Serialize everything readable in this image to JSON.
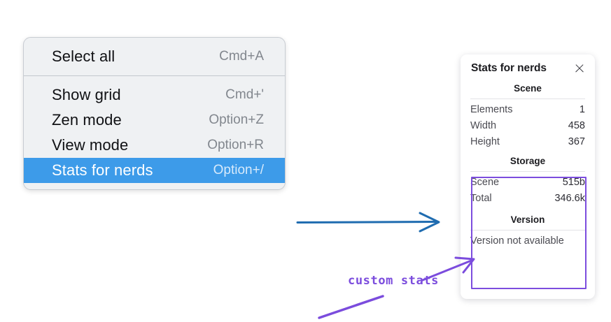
{
  "context_menu": {
    "name": "canvas-context-menu",
    "groups": [
      {
        "items": [
          {
            "label": "Select all",
            "shortcut": "Cmd+A",
            "highlighted": false
          }
        ]
      },
      {
        "items": [
          {
            "label": "Show grid",
            "shortcut": "Cmd+'",
            "highlighted": false
          },
          {
            "label": "Zen mode",
            "shortcut": "Option+Z",
            "highlighted": false
          },
          {
            "label": "View mode",
            "shortcut": "Option+R",
            "highlighted": false
          },
          {
            "label": "Stats for nerds",
            "shortcut": "Option+/",
            "highlighted": true
          }
        ]
      }
    ]
  },
  "stats_panel": {
    "title": "Stats for nerds",
    "close_icon": "close-icon",
    "sections": [
      {
        "heading": "Scene",
        "rows": [
          {
            "key": "Elements",
            "value": "1"
          },
          {
            "key": "Width",
            "value": "458"
          },
          {
            "key": "Height",
            "value": "367"
          }
        ]
      },
      {
        "heading": "Storage",
        "rows": [
          {
            "key": "Scene",
            "value": "515b"
          },
          {
            "key": "Total",
            "value": "346.6k"
          }
        ]
      },
      {
        "heading": "Version",
        "plain_rows": [
          "Version not available"
        ]
      }
    ]
  },
  "annotations": {
    "custom_stats_label": "custom stats",
    "blue_arrow_color": "#1f6cb0",
    "purple_color": "#7b4cdd"
  },
  "colors": {
    "menu_background": "#eff1f3",
    "menu_highlight": "#3d9be9",
    "panel_background": "#ffffff",
    "annotation_purple": "#7c4dde",
    "annotation_blue": "#1f6cb0",
    "page_background": "#ffffff"
  }
}
